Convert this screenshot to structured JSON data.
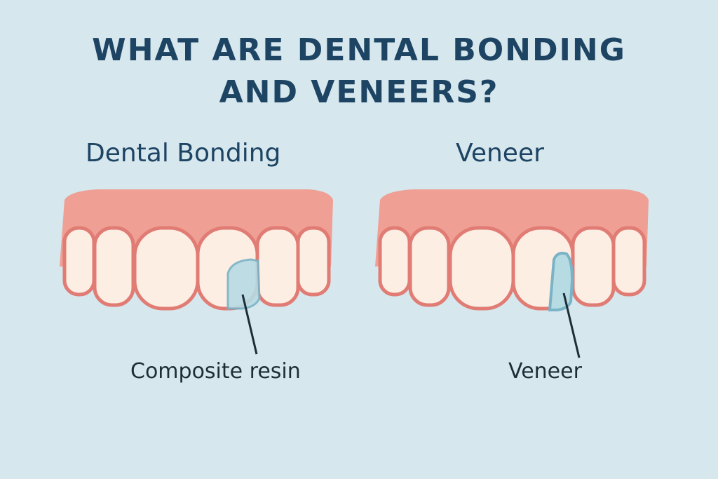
{
  "title": {
    "line1": "WHAT ARE DENTAL BONDING",
    "line2": "AND VENEERS?"
  },
  "panels": [
    {
      "heading": "Dental Bonding",
      "callout": "Composite resin"
    },
    {
      "heading": "Veneer",
      "callout": "Veneer"
    }
  ],
  "colors": {
    "background": "#d6e7ee",
    "title": "#1d4463",
    "gum": "#ef9f94",
    "gum_edge": "#e07c74",
    "tooth": "#fdeee4",
    "material": "#b7dbe3",
    "material_edge": "#7ab3c6"
  }
}
